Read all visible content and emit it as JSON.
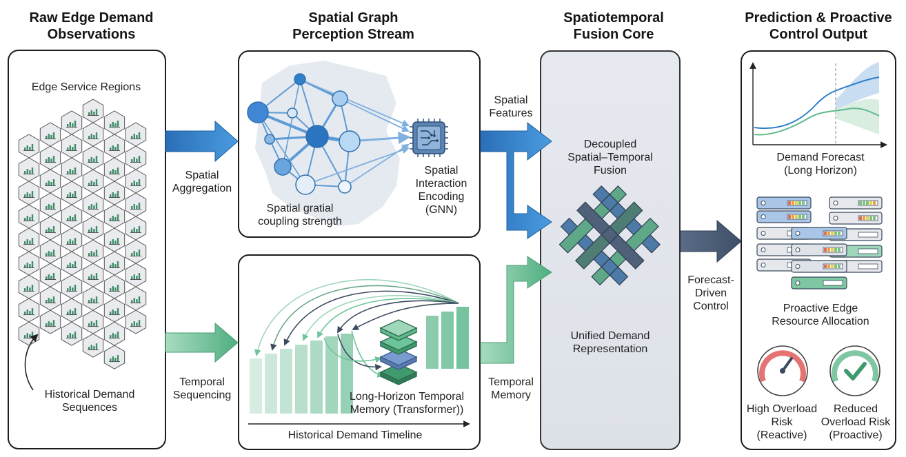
{
  "titles": {
    "col1": "Raw Edge Demand\nObservations",
    "col2": "Spatial Graph\nPerception Stream",
    "col3": "Spatiotemporal\nFusion Core",
    "col4": "Prediction & Proactive\nControl Output"
  },
  "col1": {
    "regions_label": "Edge Service Regions",
    "history_label": "Historical Demand\nSequences"
  },
  "arrows": {
    "spatial_aggregation": "Spatial\nAggregation",
    "temporal_sequencing": "Temporal\nSequencing",
    "spatial_features": "Spatial\nFeatures",
    "temporal_memory": "Temporal\nMemory",
    "forecast_driven": "Forecast-\nDriven\nControl"
  },
  "spatial_panel": {
    "coupling_label": "Spatial gratial\ncoupling strength",
    "encoding_label": "Spatial\nInteraction\nEncoding\n(GNN)"
  },
  "temporal_panel": {
    "memory_label": "Long-Horizon Temporal\nMemory (Transformer))",
    "timeline_label": "Historical Demand Timeline"
  },
  "fusion": {
    "top_label": "Decoupled\nSpatial–Temporal\nFusion",
    "bottom_label": "Unified Demand\nRepresentation"
  },
  "output": {
    "forecast_label": "Demand Forecast\n(Long Horizon)",
    "allocation_label": "Proactive Edge\nResource Allocation",
    "high_risk_label": "High Overload\nRisk\n(Reactive)",
    "reduced_risk_label": "Reduced\nOverload Risk\n(Proactive)"
  },
  "colors": {
    "blue": "#2f7fc9",
    "green": "#5fb98d",
    "slate": "#4d5e77",
    "red": "#d9534f"
  }
}
